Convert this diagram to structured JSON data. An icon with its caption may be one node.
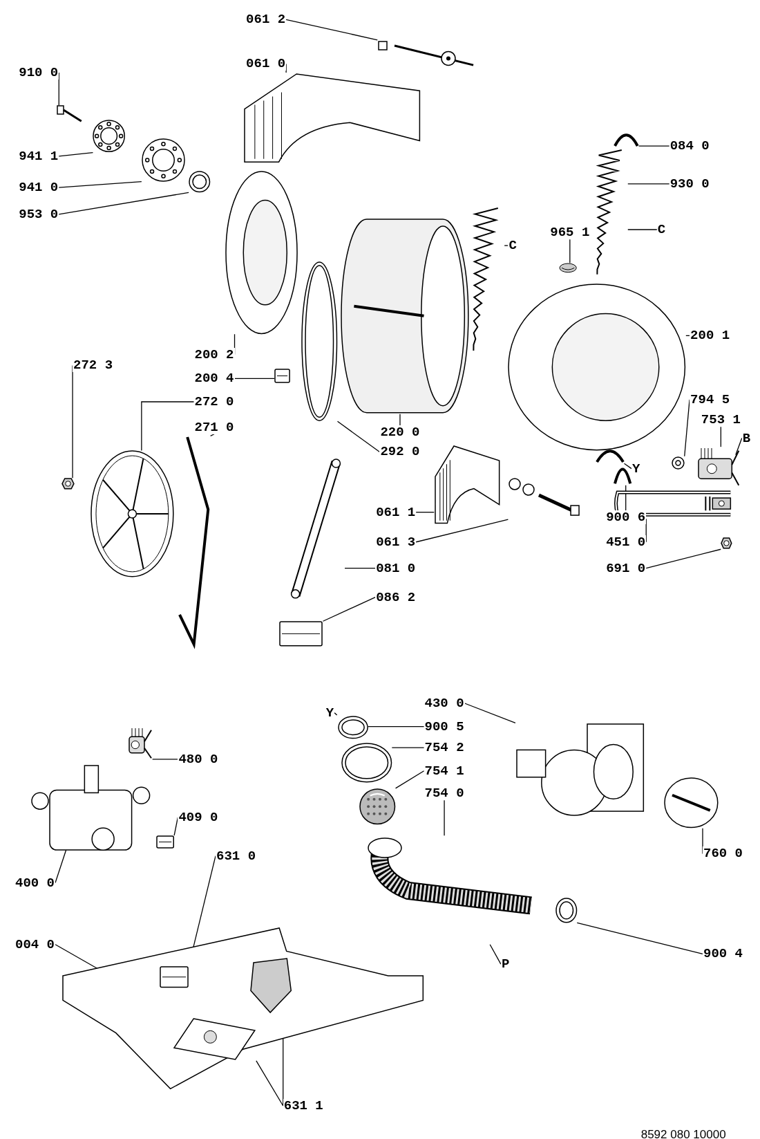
{
  "diagram": {
    "nodes": [
      {
        "text": [
          "061 2"
        ]
      },
      {
        "text": [
          "061 0"
        ]
      },
      {
        "text": [
          "910 0"
        ]
      },
      {
        "text": [
          "941 1"
        ]
      },
      {
        "text": [
          "941 0"
        ]
      },
      {
        "text": [
          "953 0"
        ]
      },
      {
        "text": [
          "084 0"
        ]
      },
      {
        "text": [
          "930 0"
        ]
      },
      {
        "text": [
          "C"
        ]
      },
      {
        "text": [
          "965 1"
        ]
      },
      {
        "text": [
          "C"
        ]
      },
      {
        "text": [
          "200 1"
        ]
      },
      {
        "text": [
          "200 2"
        ]
      },
      {
        "text": [
          "200 4"
        ]
      },
      {
        "text": [
          "272 3"
        ]
      },
      {
        "text": [
          "272 0"
        ]
      },
      {
        "text": [
          "271 0"
        ]
      },
      {
        "text": [
          "220 0"
        ]
      },
      {
        "text": [
          "292 0"
        ]
      },
      {
        "text": [
          "794 5"
        ]
      },
      {
        "text": [
          "753 1"
        ]
      },
      {
        "text": [
          "B"
        ]
      },
      {
        "text": [
          "Y"
        ]
      },
      {
        "text": [
          "061 1"
        ]
      },
      {
        "text": [
          "061 3"
        ]
      },
      {
        "text": [
          "900 6"
        ]
      },
      {
        "text": [
          "451 0"
        ]
      },
      {
        "text": [
          "691 0"
        ]
      },
      {
        "text": [
          "081 0"
        ]
      },
      {
        "text": [
          "086 2"
        ]
      },
      {
        "text": [
          "430 0"
        ]
      },
      {
        "text": [
          "Y"
        ]
      },
      {
        "text": [
          "900 5"
        ]
      },
      {
        "text": [
          "754 2"
        ]
      },
      {
        "text": [
          "754 1"
        ]
      },
      {
        "text": [
          "754 0"
        ]
      },
      {
        "text": [
          "480 0"
        ]
      },
      {
        "text": [
          "409 0"
        ]
      },
      {
        "text": [
          "400 0"
        ]
      },
      {
        "text": [
          "760 0"
        ]
      },
      {
        "text": [
          "631 0"
        ]
      },
      {
        "text": [
          "004 0"
        ]
      },
      {
        "text": [
          "P"
        ]
      },
      {
        "text": [
          "900 4"
        ]
      },
      {
        "text": [
          "631 1"
        ]
      },
      {
        "text": [],
        "shape": "picture"
      },
      {
        "text": [],
        "shape": "picture"
      },
      {
        "text": [],
        "shape": "picture"
      },
      {
        "text": [],
        "shape": "picture"
      },
      {
        "text": [],
        "shape": "picture"
      },
      {
        "text": [],
        "shape": "picture"
      },
      {
        "text": [],
        "shape": "picture"
      },
      {
        "text": [],
        "shape": "picture"
      },
      {
        "text": [],
        "shape": "picture"
      },
      {
        "text": [],
        "shape": "picture"
      },
      {
        "text": [],
        "shape": "picture"
      },
      {
        "text": [],
        "shape": "picture"
      },
      {
        "text": [],
        "shape": "picture"
      },
      {
        "text": [],
        "shape": "picture"
      },
      {
        "text": [],
        "shape": "picture"
      },
      {
        "text": [],
        "shape": "picture"
      },
      {
        "text": [],
        "shape": "picture"
      },
      {
        "text": [],
        "shape": "picture"
      },
      {
        "text": [],
        "shape": "picture"
      },
      {
        "text": [],
        "shape": "picture"
      },
      {
        "text": [],
        "shape": "picture"
      },
      {
        "text": [],
        "shape": "picture"
      },
      {
        "text": [],
        "shape": "picture"
      },
      {
        "text": [],
        "shape": "picture"
      },
      {
        "text": [],
        "shape": "picture"
      },
      {
        "text": [],
        "shape": "picture"
      },
      {
        "text": [],
        "shape": "picture"
      },
      {
        "text": [],
        "shape": "picture"
      },
      {
        "text": [],
        "shape": "picture"
      },
      {
        "text": [],
        "shape": "picture"
      },
      {
        "text": [],
        "shape": "picture"
      },
      {
        "text": [],
        "shape": "picture"
      },
      {
        "text": [],
        "shape": "picture"
      },
      {
        "text": [],
        "shape": "picture"
      },
      {
        "text": [],
        "shape": "picture"
      },
      {
        "text": [],
        "shape": "picture"
      },
      {
        "text": [],
        "shape": "picture"
      },
      {
        "text": [],
        "shape": "picture"
      },
      {
        "text": [],
        "shape": "picture",
        "in": 82
      },
      {
        "text": [],
        "shape": "picture"
      },
      {
        "text": [],
        "shape": "picture",
        "in": 82
      },
      {
        "text": [],
        "shape": "picture",
        "in": 82
      }
    ],
    "edges": [
      {
        "from": 0,
        "to": 45,
        "arrow": "none"
      },
      {
        "from": 1,
        "to": 46,
        "arrow": "none"
      },
      {
        "from": 2,
        "to": 47,
        "arrow": "none"
      },
      {
        "from": 3,
        "to": 48,
        "arrow": "none"
      },
      {
        "from": 4,
        "to": 49,
        "arrow": "none"
      },
      {
        "from": 5,
        "to": 50,
        "arrow": "none"
      },
      {
        "from": 6,
        "to": 51,
        "arrow": "none"
      },
      {
        "from": 7,
        "to": 52,
        "arrow": "none"
      },
      {
        "from": 8,
        "to": 52,
        "arrow": "none"
      },
      {
        "from": 9,
        "to": 53,
        "arrow": "none"
      },
      {
        "from": 10,
        "to": 54,
        "arrow": "none"
      },
      {
        "from": 11,
        "to": 55,
        "arrow": "none"
      },
      {
        "from": 12,
        "to": 56,
        "arrow": "none"
      },
      {
        "from": 13,
        "to": 57,
        "arrow": "none"
      },
      {
        "from": 14,
        "to": 58,
        "arrow": "none"
      },
      {
        "from": 15,
        "to": 59,
        "arrow": "none"
      },
      {
        "from": 16,
        "to": 60,
        "arrow": "none"
      },
      {
        "from": 17,
        "to": 61,
        "arrow": "none"
      },
      {
        "from": 18,
        "to": 62,
        "arrow": "none"
      },
      {
        "from": 19,
        "to": 63,
        "arrow": "none"
      },
      {
        "from": 20,
        "to": 64,
        "arrow": "none"
      },
      {
        "from": 21,
        "to": 64,
        "arrow": "none"
      },
      {
        "from": 22,
        "to": 65,
        "arrow": "none"
      },
      {
        "from": 23,
        "to": 66,
        "arrow": "none"
      },
      {
        "from": 24,
        "to": 67,
        "arrow": "none"
      },
      {
        "from": 25,
        "to": 68,
        "arrow": "none"
      },
      {
        "from": 26,
        "to": 69,
        "arrow": "none"
      },
      {
        "from": 27,
        "to": 70,
        "arrow": "none"
      },
      {
        "from": 28,
        "to": 71,
        "arrow": "none"
      },
      {
        "from": 29,
        "to": 72,
        "arrow": "none"
      },
      {
        "from": 30,
        "to": 73,
        "arrow": "none"
      },
      {
        "from": 31,
        "to": 74,
        "arrow": "none",
        "style": "dashed"
      },
      {
        "from": 32,
        "to": 74,
        "arrow": "none"
      },
      {
        "from": 33,
        "to": 75,
        "arrow": "none"
      },
      {
        "from": 34,
        "to": 76,
        "arrow": "none"
      },
      {
        "from": 35,
        "to": 77,
        "arrow": "none"
      },
      {
        "from": 36,
        "to": 78,
        "arrow": "none"
      },
      {
        "from": 37,
        "to": 79,
        "arrow": "none"
      },
      {
        "from": 38,
        "to": 80,
        "arrow": "none"
      },
      {
        "from": 39,
        "to": 81,
        "arrow": "none"
      },
      {
        "from": 40,
        "to": 83,
        "arrow": "none"
      },
      {
        "from": 41,
        "to": 82,
        "arrow": "none"
      },
      {
        "from": 42,
        "to": null,
        "arrow": "none"
      },
      {
        "from": 43,
        "to": 84,
        "arrow": "none"
      },
      {
        "from": 44,
        "to": 85,
        "arrow": "none"
      },
      {
        "from": 44,
        "to": 86,
        "arrow": "none"
      }
    ],
    "labels": [
      "8592 080 10000"
    ]
  }
}
